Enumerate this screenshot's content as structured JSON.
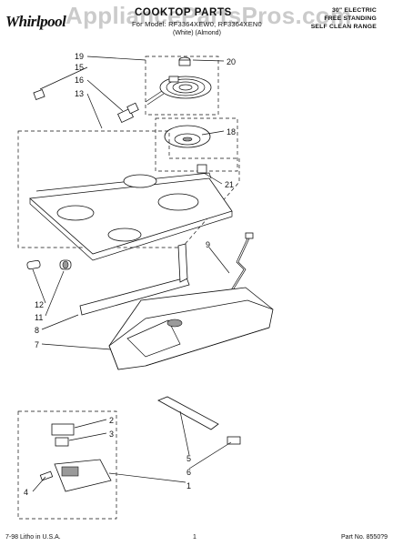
{
  "header": {
    "brand": "Whirlpool",
    "title": "COOKTOP PARTS",
    "model_line": "For Model: RF3364XEW0, RF3364XEN0",
    "colors_line": "(White)            (Almond)",
    "spec_lines": [
      "30\" ELECTRIC",
      "FREE STANDING",
      "SELF CLEAN RANGE"
    ],
    "watermark": "AppliancePartsPros.com"
  },
  "footer": {
    "left": "7-98 Litho in U.S.A.",
    "page": "1",
    "part_no": "Part No. 8550?9"
  },
  "callouts": [
    {
      "id": "19",
      "label": "19"
    },
    {
      "id": "15",
      "label": "15"
    },
    {
      "id": "16",
      "label": "16"
    },
    {
      "id": "13",
      "label": "13"
    },
    {
      "id": "20",
      "label": "20"
    },
    {
      "id": "18",
      "label": "18"
    },
    {
      "id": "21",
      "label": "21"
    },
    {
      "id": "9",
      "label": "9"
    },
    {
      "id": "12",
      "label": "12"
    },
    {
      "id": "11",
      "label": "11"
    },
    {
      "id": "8",
      "label": "8"
    },
    {
      "id": "7",
      "label": "7"
    },
    {
      "id": "2",
      "label": "2"
    },
    {
      "id": "3",
      "label": "3"
    },
    {
      "id": "4",
      "label": "4"
    },
    {
      "id": "5",
      "label": "5"
    },
    {
      "id": "6",
      "label": "6"
    },
    {
      "id": "1",
      "label": "1"
    }
  ]
}
